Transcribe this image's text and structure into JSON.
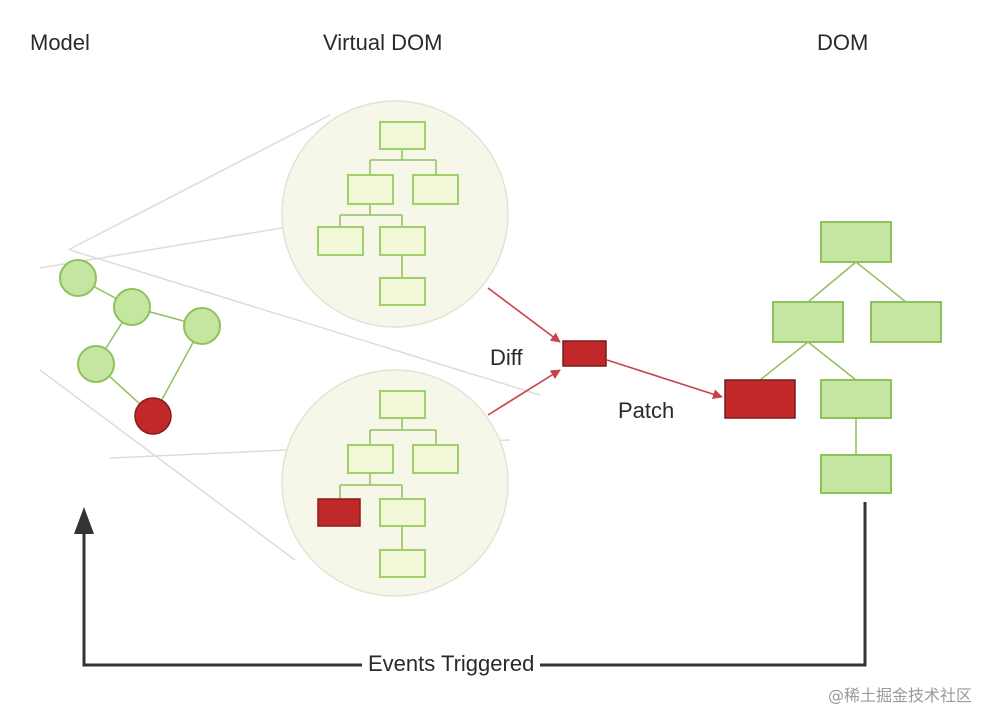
{
  "labels": {
    "model": "Model",
    "virtual_dom": "Virtual DOM",
    "dom": "DOM",
    "diff": "Diff",
    "patch": "Patch",
    "events_triggered": "Events Triggered"
  },
  "watermark": "@稀土掘金技术社区",
  "colors": {
    "node_fill": "#c5e6a0",
    "node_stroke": "#8fc15c",
    "changed_fill": "#c0282a",
    "circle_bg": "#f7f7e9",
    "arrow_red": "#c8414b",
    "arrow_dark": "#333333"
  }
}
